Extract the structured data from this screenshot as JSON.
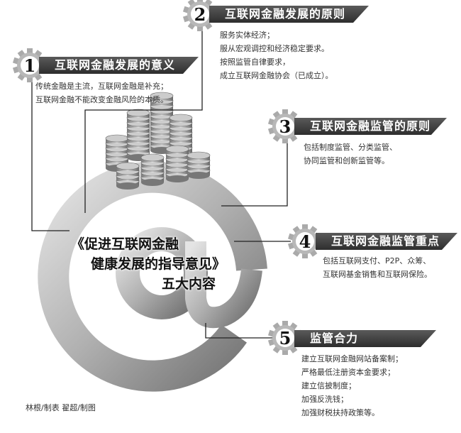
{
  "sections": [
    {
      "number": "1",
      "title": "互联网金融发展的意义",
      "lines": [
        "传统金融是主流，互联网金融是补充；",
        "互联网金融不能改变金融风险的本质。"
      ]
    },
    {
      "number": "2",
      "title": "互联网金融发展的原则",
      "lines": [
        "服务实体经济；",
        "服从宏观调控和经济稳定要求。",
        "按照监管自律要求，",
        "成立互联网金融协会（已成立）。"
      ]
    },
    {
      "number": "3",
      "title": "互联网金融监管的原则",
      "lines": [
        "包括制度监管、分类监管、",
        "协同监管和创新监管等。"
      ]
    },
    {
      "number": "4",
      "title": "互联网金融监管重点",
      "lines": [
        "包括互联网支付、P2P、众筹、",
        "互联网基金销售和互联网保险。"
      ]
    },
    {
      "number": "5",
      "title": "监管合力",
      "lines": [
        "建立互联网金融网站备案制；",
        "严格最低注册资本金要求；",
        "建立信披制度；",
        "加强反洗钱；",
        "加强财税扶持政策等。"
      ]
    }
  ],
  "center": {
    "line1": "《促进互联网金融",
    "line2": "健康发展的指导意见》",
    "line3": "五大内容"
  },
  "credit": "林根/制表  翟超/制图"
}
